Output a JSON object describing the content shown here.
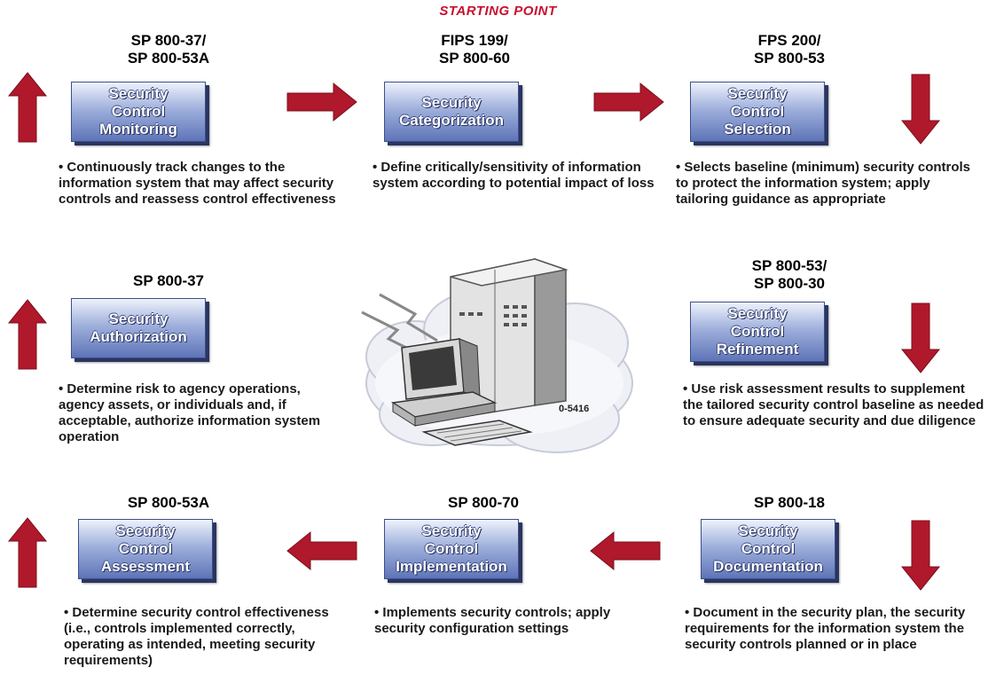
{
  "title": "STARTING POINT",
  "steps": {
    "monitoring": {
      "ref": "SP 800-37/\nSP 800-53A",
      "label": "Security\nControl\nMonitoring",
      "desc": "Continuously track changes to the information system that may affect security controls and reassess control effectiveness"
    },
    "categorization": {
      "ref": "FIPS 199/\nSP 800-60",
      "label": "Security\nCategorization",
      "desc": "Define critically/sensitivity of information system according to potential impact of loss"
    },
    "selection": {
      "ref": "FPS 200/\nSP 800-53",
      "label": "Security\nControl\nSelection",
      "desc": "Selects baseline (minimum) security controls to protect the information system; apply tailoring guidance as appropriate"
    },
    "authorization": {
      "ref": "SP 800-37",
      "label": "Security\nAuthorization",
      "desc": "Determine risk to agency operations, agency assets, or individuals and, if acceptable, authorize information system operation"
    },
    "refinement": {
      "ref": "SP 800-53/\nSP 800-30",
      "label": "Security\nControl\nRefinement",
      "desc": "Use risk assessment results to supplement the tailored security control baseline as needed to ensure adequate security and due diligence"
    },
    "assessment": {
      "ref": "SP 800-53A",
      "label": "Security\nControl\nAssessment",
      "desc": "Determine security control effectiveness (i.e., controls implemented correctly, operating as intended, meeting security requirements)"
    },
    "implementation": {
      "ref": "SP 800-70",
      "label": "Security\nControl\nImplementation",
      "desc": "Implements security controls; apply security configuration settings"
    },
    "documentation": {
      "ref": "SP 800-18",
      "label": "Security\nControl\nDocumentation",
      "desc": "Document in the security plan, the security requirements for the information system the security controls planned or in place"
    }
  },
  "illustration": {
    "icon": "computer-cloud-illustration",
    "code": "0-5416"
  },
  "colors": {
    "arrow": "#b0182b",
    "starting_point": "#c8102e",
    "box_dark": "#5e74b7"
  }
}
